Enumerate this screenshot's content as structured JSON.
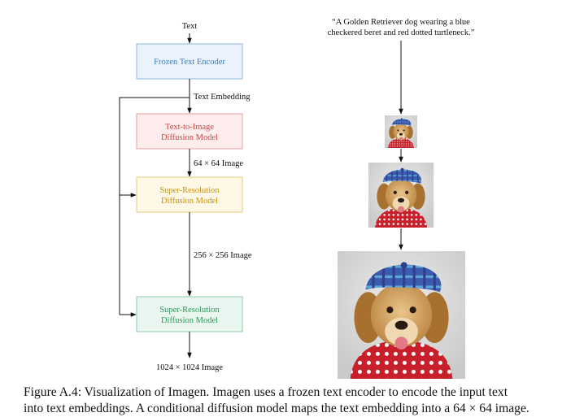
{
  "diagram": {
    "input_label": "Text",
    "nodes": {
      "encoder": {
        "label": "Frozen Text Encoder",
        "fill": "#eaf2fb",
        "stroke": "#8fb7de",
        "text": "#3f7fc2"
      },
      "t2i": {
        "line1": "Text-to-Image",
        "line2": "Diffusion Model",
        "fill": "#fcecec",
        "stroke": "#e3a0a0",
        "text": "#c84b4b"
      },
      "sr1": {
        "line1": "Super-Resolution",
        "line2": "Diffusion Model",
        "fill": "#fff8e6",
        "stroke": "#e7c980",
        "text": "#c69213"
      },
      "sr2": {
        "line1": "Super-Resolution",
        "line2": "Diffusion Model",
        "fill": "#e9f6ef",
        "stroke": "#8fcba8",
        "text": "#2f9a5e"
      }
    },
    "edges": {
      "embedding": "Text Embedding",
      "img64": "64 × 64 Image",
      "img256": "256 × 256 Image",
      "img1024": "1024 × 1024 Image"
    }
  },
  "prompt": {
    "line1": "“A Golden Retriever dog wearing a blue",
    "line2": "checkered beret and red dotted turtleneck.”"
  },
  "images": {
    "small": {
      "name": "dog-image-64"
    },
    "medium": {
      "name": "dog-image-256"
    },
    "large": {
      "name": "dog-image-1024"
    }
  },
  "caption": {
    "line1": "Figure A.4: Visualization of Imagen. Imagen uses a frozen text encoder to encode the input text",
    "line2": "into text embeddings. A conditional diffusion model maps the text embedding into a 64 × 64 image."
  }
}
